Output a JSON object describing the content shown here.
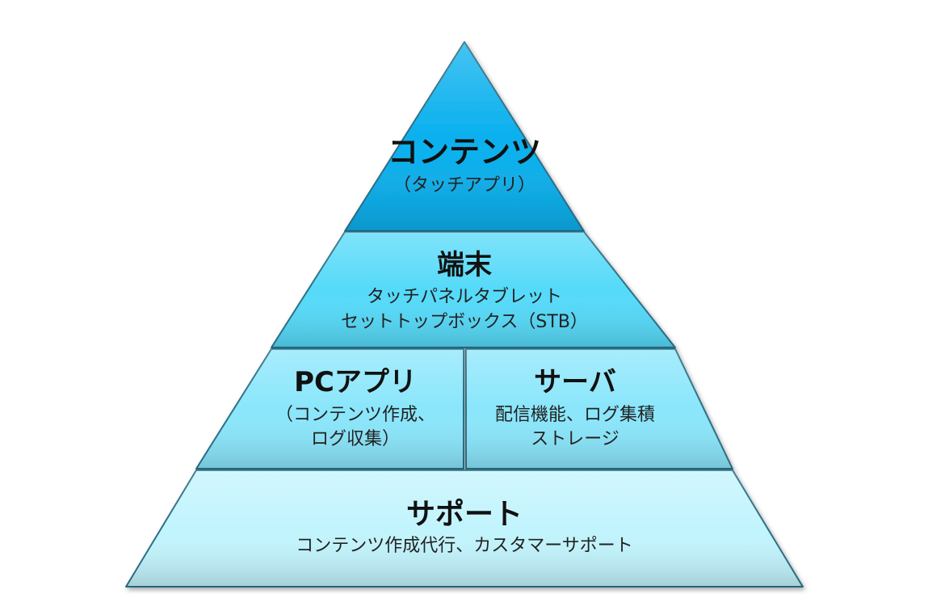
{
  "colors": {
    "contents": "#09b0ee",
    "terminal": "#55daf9",
    "pc_app": "#8ae6fb",
    "server": "#8ae6fb",
    "support": "#c2f4fd",
    "edge_dark": "#2a6f86",
    "background": "#ffffff"
  },
  "layers": {
    "contents": {
      "title": "コンテンツ",
      "subtitle": "（タッチアプリ）"
    },
    "terminal": {
      "title": "端末",
      "line1": "タッチパネルタブレット",
      "line2": "セットトップボックス（STB）"
    },
    "pc_app": {
      "title": "PCアプリ",
      "line1": "（コンテンツ作成、",
      "line2": "ログ収集）"
    },
    "server": {
      "title": "サーバ",
      "line1": "配信機能、ログ集積",
      "line2": "ストレージ"
    },
    "support": {
      "title": "サポート",
      "line1": "コンテンツ作成代行、カスタマーサポート"
    }
  }
}
